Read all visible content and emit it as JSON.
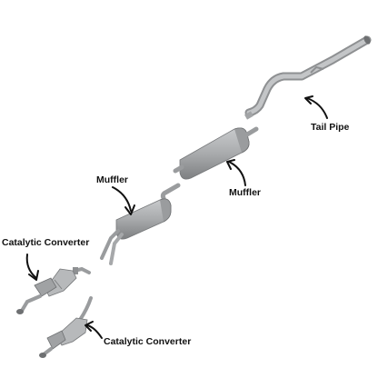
{
  "labels": {
    "tail_pipe": "Tail Pipe",
    "muffler_rear": "Muffler",
    "muffler_front": "Muffler",
    "cat_converter_left": "Catalytic Converter",
    "cat_converter_bottom": "Catalytic Converter"
  },
  "colors": {
    "pipe": "#b4b6b8",
    "pipe_dark": "#8e9092",
    "muffler": "#a9abad",
    "muffler_dark": "#7e8082",
    "arrow": "#111111"
  }
}
